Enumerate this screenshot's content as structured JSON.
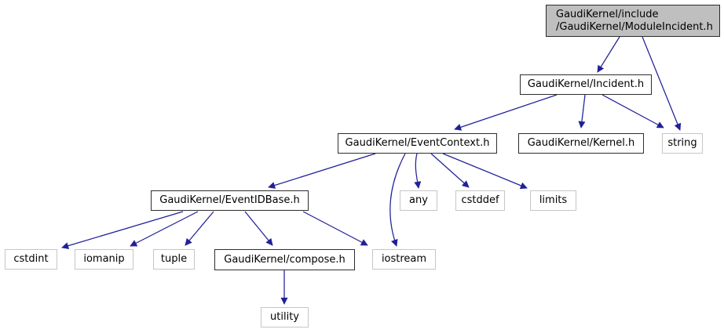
{
  "graph": {
    "title": "GaudiKernel/include/GaudiKernel/ModuleIncident.h include dependency graph",
    "colors": {
      "edge": "#20209a",
      "current_fill": "#bfbfbf",
      "internal_border": "#2e2e2e",
      "system_border": "#c6c6c6",
      "text": "#000000"
    },
    "nodes": [
      {
        "id": "module-incident",
        "label": "GaudiKernel/include\n/GaudiKernel/ModuleIncident.h",
        "type": "current"
      },
      {
        "id": "incident",
        "label": "GaudiKernel/Incident.h",
        "type": "internal"
      },
      {
        "id": "event-context",
        "label": "GaudiKernel/EventContext.h",
        "type": "internal"
      },
      {
        "id": "kernel",
        "label": "GaudiKernel/Kernel.h",
        "type": "internal"
      },
      {
        "id": "string",
        "label": "string",
        "type": "system"
      },
      {
        "id": "event-id-base",
        "label": "GaudiKernel/EventIDBase.h",
        "type": "internal"
      },
      {
        "id": "any",
        "label": "any",
        "type": "system"
      },
      {
        "id": "cstddef",
        "label": "cstddef",
        "type": "system"
      },
      {
        "id": "limits",
        "label": "limits",
        "type": "system"
      },
      {
        "id": "cstdint",
        "label": "cstdint",
        "type": "system"
      },
      {
        "id": "iomanip",
        "label": "iomanip",
        "type": "system"
      },
      {
        "id": "tuple",
        "label": "tuple",
        "type": "system"
      },
      {
        "id": "compose",
        "label": "GaudiKernel/compose.h",
        "type": "internal"
      },
      {
        "id": "iostream",
        "label": "iostream",
        "type": "system"
      },
      {
        "id": "utility",
        "label": "utility",
        "type": "system"
      }
    ],
    "edges": [
      {
        "from": "module-incident",
        "to": "incident"
      },
      {
        "from": "module-incident",
        "to": "string"
      },
      {
        "from": "incident",
        "to": "event-context"
      },
      {
        "from": "incident",
        "to": "kernel"
      },
      {
        "from": "incident",
        "to": "string"
      },
      {
        "from": "event-context",
        "to": "event-id-base"
      },
      {
        "from": "event-context",
        "to": "any"
      },
      {
        "from": "event-context",
        "to": "cstddef"
      },
      {
        "from": "event-context",
        "to": "limits"
      },
      {
        "from": "event-context",
        "to": "iostream"
      },
      {
        "from": "event-id-base",
        "to": "cstdint"
      },
      {
        "from": "event-id-base",
        "to": "iomanip"
      },
      {
        "from": "event-id-base",
        "to": "tuple"
      },
      {
        "from": "event-id-base",
        "to": "compose"
      },
      {
        "from": "event-id-base",
        "to": "iostream"
      },
      {
        "from": "compose",
        "to": "utility"
      }
    ]
  }
}
